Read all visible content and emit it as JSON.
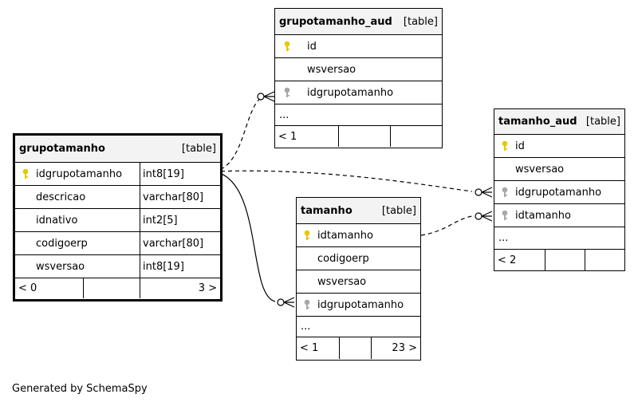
{
  "tables": {
    "grupotamanho": {
      "name": "grupotamanho",
      "kind": "[table]",
      "columns": [
        {
          "name": "idgrupotamanho",
          "type": "int8[19]",
          "key": "primary"
        },
        {
          "name": "descricao",
          "type": "varchar[80]",
          "key": ""
        },
        {
          "name": "idnativo",
          "type": "int2[5]",
          "key": ""
        },
        {
          "name": "codigoerp",
          "type": "varchar[80]",
          "key": ""
        },
        {
          "name": "wsversao",
          "type": "int8[19]",
          "key": ""
        }
      ],
      "footer": {
        "parents": "< 0",
        "children": "3 >"
      }
    },
    "grupotamanho_aud": {
      "name": "grupotamanho_aud",
      "kind": "[table]",
      "columns": [
        {
          "name": "id",
          "key": "primary"
        },
        {
          "name": "wsversao",
          "key": ""
        },
        {
          "name": "idgrupotamanho",
          "key": "foreign"
        }
      ],
      "more": "...",
      "footer": {
        "parents": "< 1",
        "children": ""
      }
    },
    "tamanho_aud": {
      "name": "tamanho_aud",
      "kind": "[table]",
      "columns": [
        {
          "name": "id",
          "key": "primary"
        },
        {
          "name": "wsversao",
          "key": ""
        },
        {
          "name": "idgrupotamanho",
          "key": "foreign"
        },
        {
          "name": "idtamanho",
          "key": "foreign"
        }
      ],
      "more": "...",
      "footer": {
        "parents": "< 2",
        "children": ""
      }
    },
    "tamanho": {
      "name": "tamanho",
      "kind": "[table]",
      "columns": [
        {
          "name": "idtamanho",
          "key": "primary"
        },
        {
          "name": "codigoerp",
          "key": ""
        },
        {
          "name": "wsversao",
          "key": ""
        },
        {
          "name": "idgrupotamanho",
          "key": "foreign"
        }
      ],
      "more": "...",
      "footer": {
        "parents": "< 1",
        "children": "23 >"
      }
    }
  },
  "icons": {
    "primary": "gold-key-icon",
    "foreign": "gray-key-icon"
  },
  "colors": {
    "header_bg": "#f3f3f3",
    "primary_key": "#e6c800",
    "foreign_key": "#a8a8a8"
  },
  "caption": "Generated by SchemaSpy"
}
